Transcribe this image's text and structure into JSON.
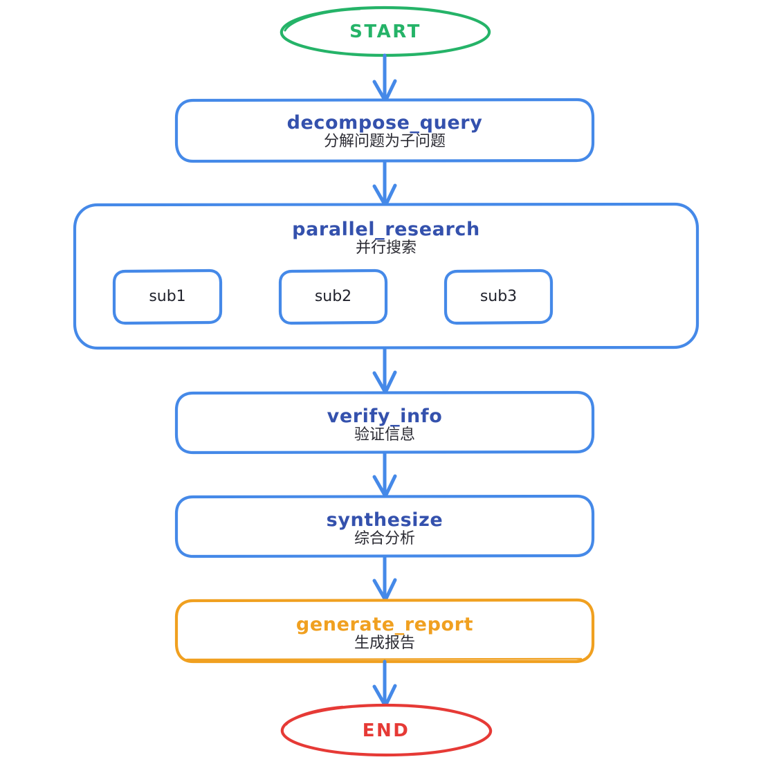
{
  "diagram": {
    "type": "flowchart",
    "orientation": "top-to-bottom",
    "style": "hand-drawn sketch",
    "background_color": "#ffffff",
    "colors": {
      "start_stroke": "#25b368",
      "start_text": "#25b368",
      "end_stroke": "#e63a36",
      "end_text": "#e63a36",
      "node_stroke_blue": "#4589e8",
      "node_stroke_orange": "#f0a020",
      "title_text_blue": "#3451ad",
      "title_text_orange": "#f0a020",
      "subtitle_text": "#2b2b33",
      "arrow": "#4589e8"
    }
  },
  "nodes": {
    "start": {
      "id": "START",
      "label": "START",
      "shape": "ellipse",
      "stroke": "#25b368",
      "text_color": "#25b368"
    },
    "decompose_query": {
      "id": "decompose_query",
      "title": "decompose_query",
      "subtitle": "分解问题为子问题",
      "shape": "rounded-rect",
      "stroke": "#4589e8",
      "title_color": "#3451ad"
    },
    "parallel_research": {
      "id": "parallel_research",
      "title": "parallel_research",
      "subtitle": "并行搜索",
      "shape": "rounded-rect-container",
      "stroke": "#4589e8",
      "title_color": "#3451ad",
      "children": [
        {
          "id": "sub1",
          "label": "sub1",
          "shape": "rounded-rect",
          "stroke": "#4589e8",
          "text_color": "#20222c"
        },
        {
          "id": "sub2",
          "label": "sub2",
          "shape": "rounded-rect",
          "stroke": "#4589e8",
          "text_color": "#20222c"
        },
        {
          "id": "sub3",
          "label": "sub3",
          "shape": "rounded-rect",
          "stroke": "#4589e8",
          "text_color": "#20222c"
        }
      ]
    },
    "verify_info": {
      "id": "verify_info",
      "title": "verify_info",
      "subtitle": "验证信息",
      "shape": "rounded-rect",
      "stroke": "#4589e8",
      "title_color": "#3451ad"
    },
    "synthesize": {
      "id": "synthesize",
      "title": "synthesize",
      "subtitle": "综合分析",
      "shape": "rounded-rect",
      "stroke": "#4589e8",
      "title_color": "#3451ad"
    },
    "generate_report": {
      "id": "generate_report",
      "title": "generate_report",
      "subtitle": "生成报告",
      "shape": "rounded-rect",
      "stroke": "#f0a020",
      "title_color": "#f0a020"
    },
    "end": {
      "id": "END",
      "label": "END",
      "shape": "ellipse",
      "stroke": "#e63a36",
      "text_color": "#e63a36"
    }
  },
  "edges": [
    {
      "from": "START",
      "to": "decompose_query",
      "color": "#4589e8"
    },
    {
      "from": "decompose_query",
      "to": "parallel_research",
      "color": "#4589e8"
    },
    {
      "from": "parallel_research",
      "to": "verify_info",
      "color": "#4589e8"
    },
    {
      "from": "verify_info",
      "to": "synthesize",
      "color": "#4589e8"
    },
    {
      "from": "synthesize",
      "to": "generate_report",
      "color": "#4589e8"
    },
    {
      "from": "generate_report",
      "to": "END",
      "color": "#4589e8"
    }
  ]
}
